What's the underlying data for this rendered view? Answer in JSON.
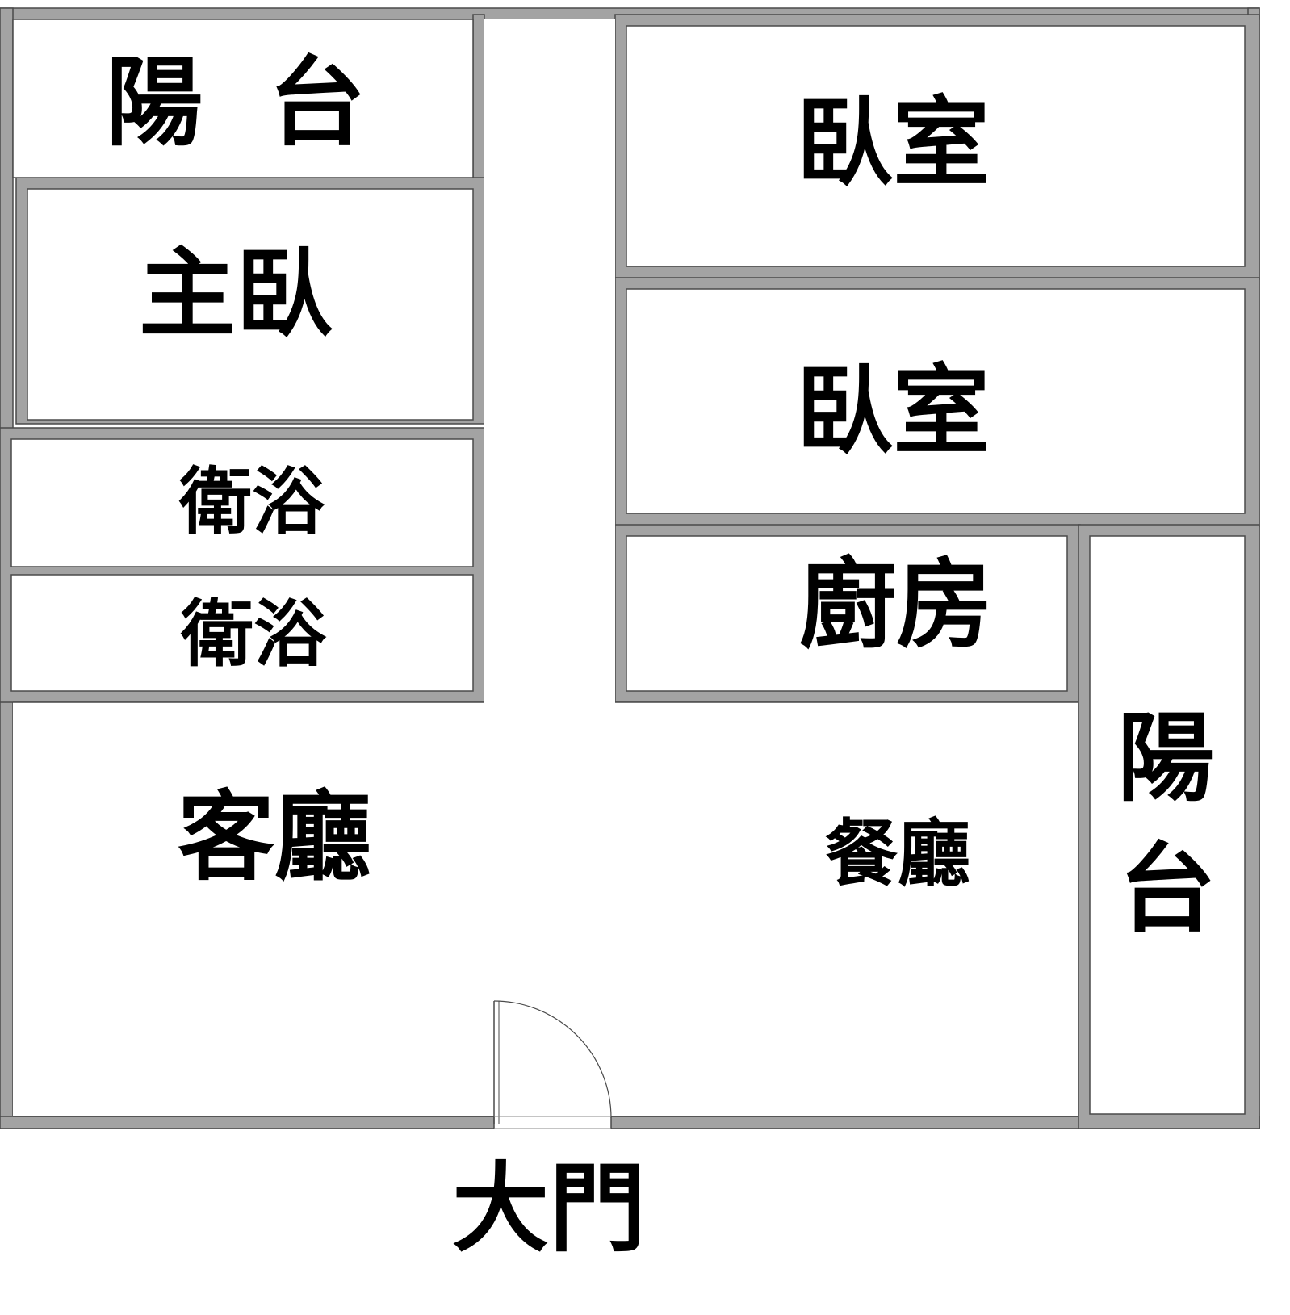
{
  "floorplan": {
    "rooms": {
      "balcony_top_left": "陽 台",
      "master_bedroom": "主臥",
      "bathroom_1": "衛浴",
      "bathroom_2": "衛浴",
      "living_room": "客廳",
      "bedroom_1": "臥室",
      "bedroom_2": "臥室",
      "kitchen": "廚房",
      "dining_room": "餐廳",
      "balcony_right_top": "陽",
      "balcony_right_bottom": "台"
    },
    "entrance": "大門"
  },
  "colors": {
    "wall": "#a3a3a3",
    "wall_outline": "#4a4a4a",
    "background": "#ffffff",
    "text": "#000000"
  }
}
